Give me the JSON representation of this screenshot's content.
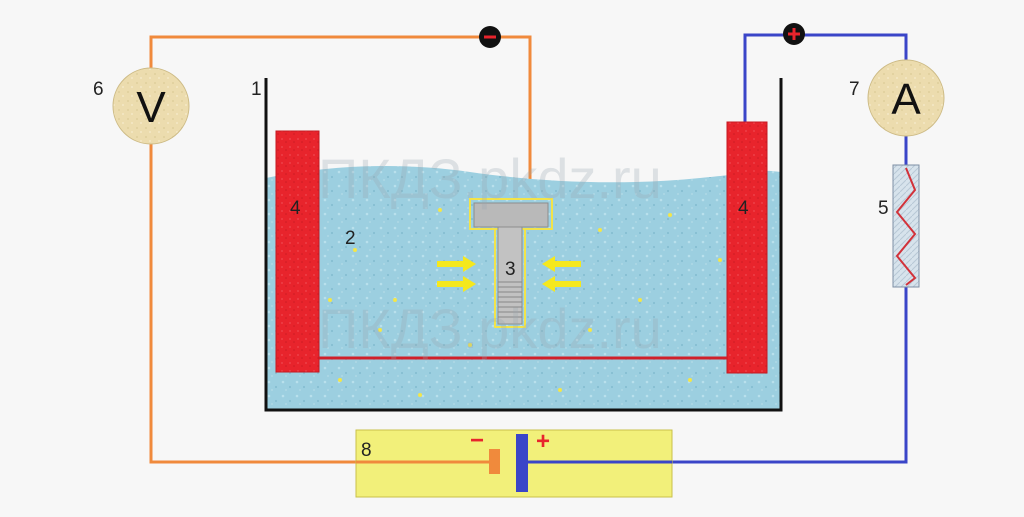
{
  "labels": {
    "bath": "1",
    "electrolyte": "2",
    "part": "3",
    "anode_left": "4",
    "anode_right": "4",
    "resistor": "5",
    "voltmeter": "6",
    "ammeter": "7",
    "power_source": "8"
  },
  "meters": {
    "voltmeter_symbol": "V",
    "ammeter_symbol": "A"
  },
  "polarity": {
    "cathode_terminal": "−",
    "anode_terminal": "+",
    "battery_negative": "−",
    "battery_positive": "+"
  },
  "watermark": {
    "line1": "ПКДЗ.pkdz.ru",
    "line2": "ПКДЗ.pkdz.ru"
  },
  "colors": {
    "negative_wire": "#f08a3c",
    "positive_wire": "#3a45c8",
    "electrolyte": "#9ccfe0",
    "anode": "#e8242c",
    "meter_face": "#ecdcae",
    "power_box": "#f2f07a",
    "ion_arrows": "#f5e81e",
    "part": "#b9b9b9",
    "terminal_dot": "#111111",
    "terminal_sign": "#e8242c"
  }
}
